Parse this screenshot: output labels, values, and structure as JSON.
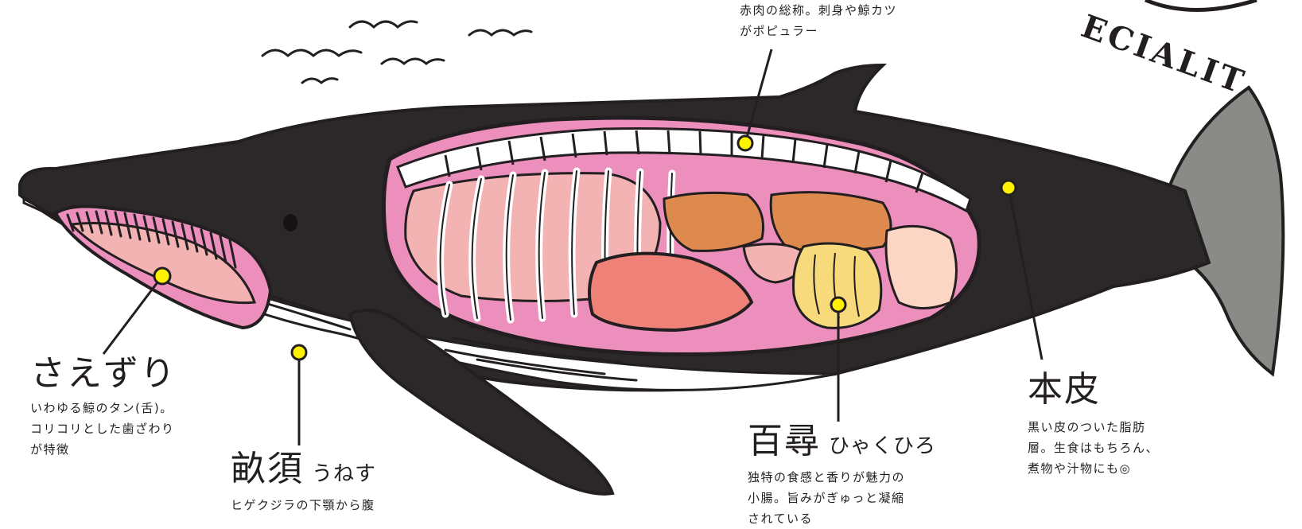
{
  "colors": {
    "ink": "#231f20",
    "whale_body": "#2b2829",
    "tail_gray": "#8a8a86",
    "cavity_pink": "#ec8fbd",
    "tongue_pink": "#f3b3b3",
    "liver_salmon": "#ef8278",
    "meat_brown": "#de8a4f",
    "intestine_yellow": "#f7da7c",
    "marker_yellow": "#fff200"
  },
  "badge": {
    "text": "ECIALIT"
  },
  "labels": {
    "akami": {
      "lines": [
        "赤肉の総称。刺身や鯨カツ",
        "がポピュラー"
      ]
    },
    "saezuri": {
      "title": "さえずり",
      "lines": [
        "いわゆる鯨のタン(舌)。",
        "コリコリとした歯ざわり",
        "が特徴"
      ]
    },
    "unesu": {
      "title": "畝須",
      "reading": "うねす",
      "lines": [
        "ヒゲクジラの下顎から腹"
      ]
    },
    "hyakuhiro": {
      "title": "百尋",
      "reading": "ひゃくひろ",
      "lines": [
        "独特の食感と香りが魅力の",
        "小腸。旨みがぎゅっと凝縮",
        "されている"
      ]
    },
    "honkawa": {
      "title": "本皮",
      "lines": [
        "黒い皮のついた脂肪",
        "層。生食はもちろん、",
        "煮物や汁物にも◎"
      ]
    }
  }
}
